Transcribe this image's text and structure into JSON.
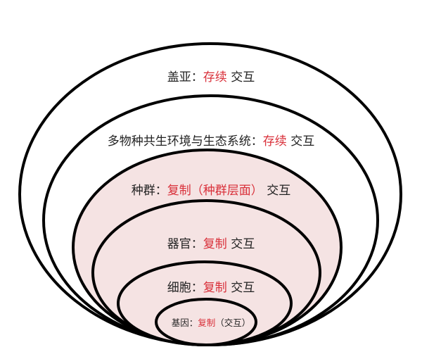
{
  "diagram": {
    "type": "nested-ellipses",
    "colors": {
      "stroke": "#000000",
      "inner_fill": "#f5e3e3",
      "outer_fill": "#ffffff",
      "text": "#222222",
      "highlight": "#d9303a"
    },
    "layers": [
      {
        "name": "盖亚",
        "sep": "：",
        "highlight": "存续",
        "suffix": " 交互"
      },
      {
        "name": "多物种共生环境与生态系统",
        "sep": "：",
        "highlight": "存续",
        "suffix": " 交互"
      },
      {
        "name": "种群",
        "sep": "：",
        "highlight": "复制（种群层面）",
        "suffix": " 交互"
      },
      {
        "name": "器官",
        "sep": "：",
        "highlight": "复制",
        "suffix": " 交互"
      },
      {
        "name": "细胞",
        "sep": "：",
        "highlight": "复制",
        "suffix": " 交互"
      },
      {
        "name": "基因",
        "sep": "：",
        "highlight": "复制",
        "suffix": "（交互）"
      }
    ]
  }
}
